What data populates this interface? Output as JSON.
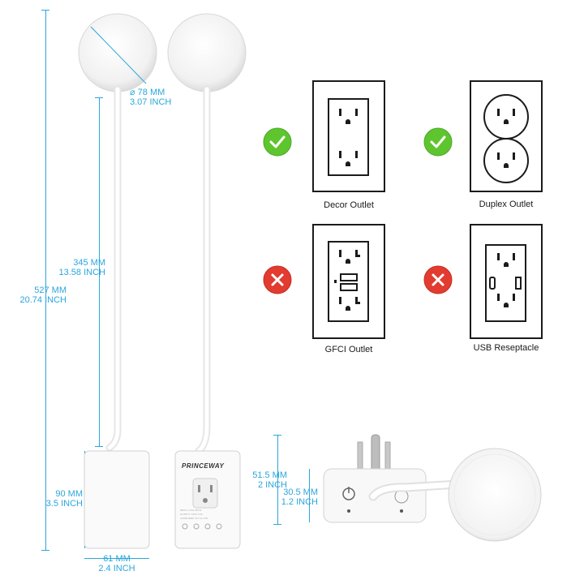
{
  "colors": {
    "dimension": "#2aa6dd",
    "check": "#5fc52e",
    "cross": "#e23b30",
    "outline": "#1b1b1b",
    "product": "#f5f5f5"
  },
  "dimensions": {
    "diameter_mm": "⌀ 78 MM",
    "diameter_inch": "3.07 INCH",
    "total_mm": "527 MM",
    "total_inch": "20.74 INCH",
    "arm_mm": "345 MM",
    "arm_inch": "13.58 INCH",
    "base_height_mm": "90 MM",
    "base_height_inch": "3.5 INCH",
    "base_width_mm": "61 MM",
    "base_width_inch": "2.4 INCH",
    "side_height_mm": "51.5 MM",
    "side_height_inch": "2 INCH",
    "side_depth_mm": "30.5 MM",
    "side_depth_inch": "1.2 INCH"
  },
  "brand": "PRINCEWAY",
  "outlets": [
    {
      "name": "Decor Outlet",
      "compatible": true,
      "badge_icon": "check-icon"
    },
    {
      "name": "Duplex Outlet",
      "compatible": true,
      "badge_icon": "check-icon"
    },
    {
      "name": "GFCI Outlet",
      "compatible": false,
      "badge_icon": "cross-icon"
    },
    {
      "name": "USB Reseptacle",
      "compatible": false,
      "badge_icon": "cross-icon"
    }
  ]
}
